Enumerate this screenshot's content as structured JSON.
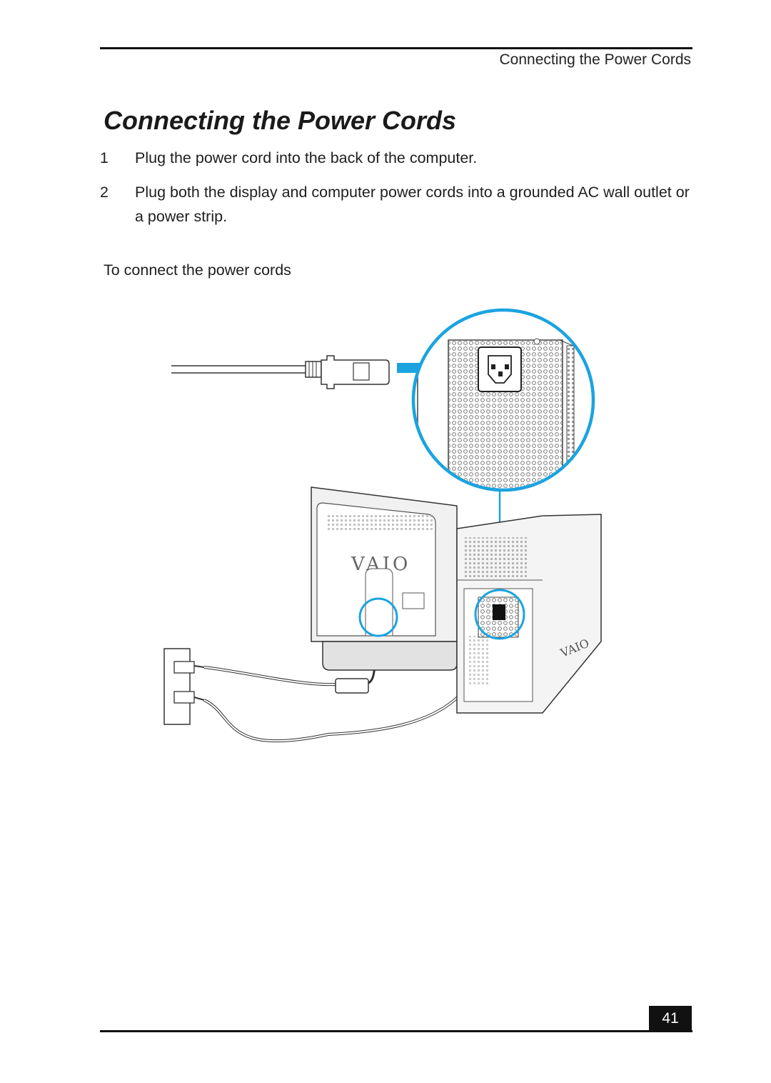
{
  "header": {
    "running_title": "Connecting the Power Cords"
  },
  "section": {
    "title": "Connecting the Power Cords"
  },
  "steps": [
    {
      "number": "1",
      "text": "Plug the power cord into the back of the computer."
    },
    {
      "number": "2",
      "text": "Plug both the display and computer power cords into a grounded AC wall outlet or a power strip."
    }
  ],
  "figure": {
    "caption": "To connect the power cords",
    "logo_display": "VAIO",
    "logo_tower": "VAIO",
    "accent_color": "#1ba3e0"
  },
  "footer": {
    "page_number": "41"
  }
}
